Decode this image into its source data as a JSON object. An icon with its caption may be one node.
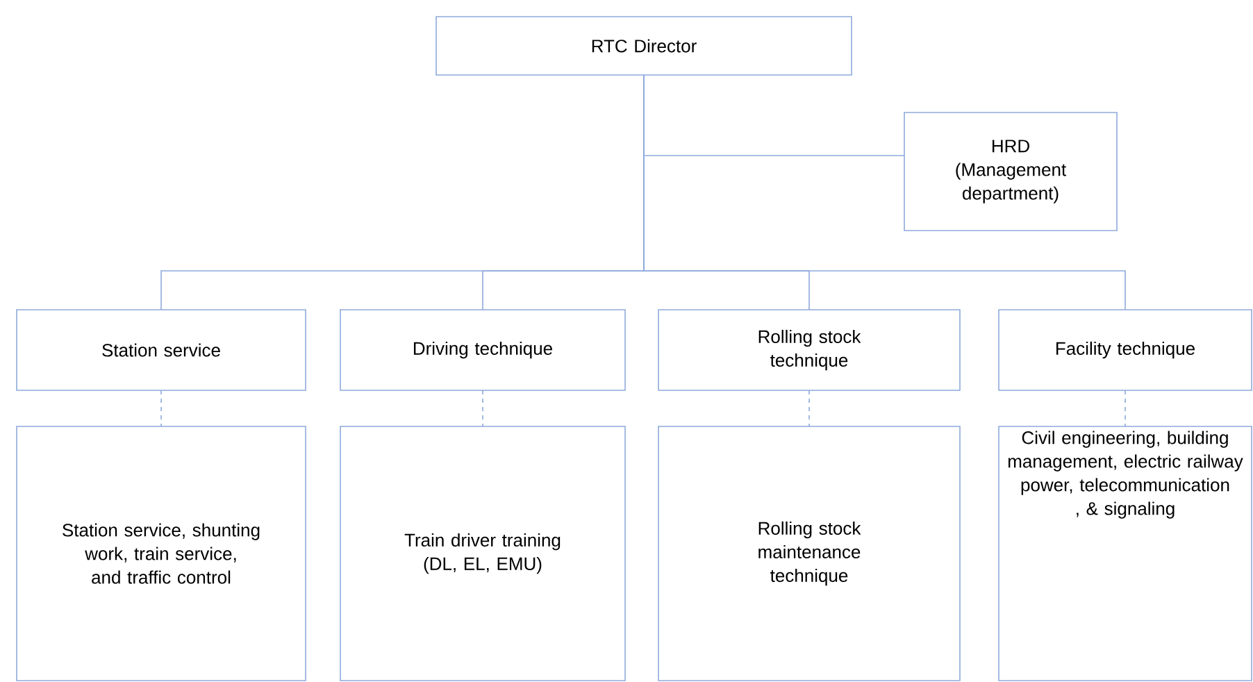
{
  "diagram": {
    "nodes": [
      {
        "text": [
          "RTC Director"
        ]
      },
      {
        "text": [
          "HRD",
          "(Management department)"
        ]
      },
      {
        "text": [
          "Station service"
        ]
      },
      {
        "text": [
          "Driving technique"
        ]
      },
      {
        "text": [
          "Rolling stock technique"
        ]
      },
      {
        "text": [
          "Facility technique"
        ]
      },
      {
        "text": [
          "Station service, shunting work, train service, and traffic control"
        ]
      },
      {
        "text": [
          "Train driver training (DL, EL, EMU)"
        ]
      },
      {
        "text": [
          "Rolling stock maintenance technique"
        ]
      },
      {
        "text": [
          "Civil engineering, building management, electric railway power, telecommunication , & signaling"
        ]
      }
    ],
    "edges": [
      {
        "from": 0,
        "to": 1,
        "arrow": "none"
      },
      {
        "from": 0,
        "to": 2,
        "arrow": "none"
      },
      {
        "from": 0,
        "to": 3,
        "arrow": "none"
      },
      {
        "from": 0,
        "to": 4,
        "arrow": "none"
      },
      {
        "from": 0,
        "to": 5,
        "arrow": "none"
      },
      {
        "from": 2,
        "to": 6,
        "arrow": "none",
        "style": "dashed"
      },
      {
        "from": 3,
        "to": 7,
        "arrow": "none",
        "style": "dashed"
      },
      {
        "from": 4,
        "to": 8,
        "arrow": "none",
        "style": "dashed"
      },
      {
        "from": 5,
        "to": 9,
        "arrow": "none",
        "style": "dashed"
      }
    ]
  }
}
